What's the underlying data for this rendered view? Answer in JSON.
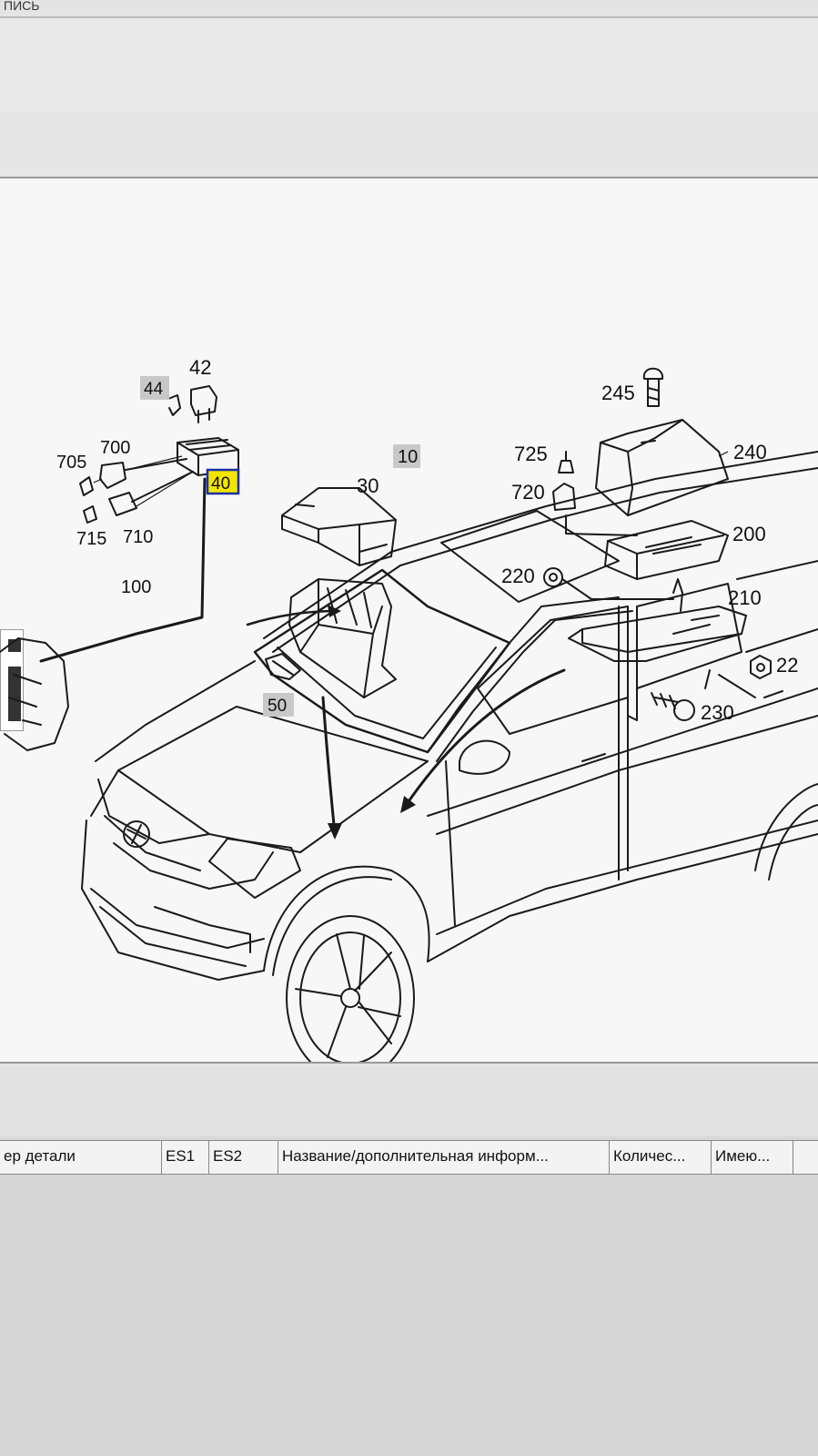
{
  "window": {
    "title_fragment": "ПИСЬ"
  },
  "diagram": {
    "callouts": [
      {
        "label": "245",
        "highlight": "none"
      },
      {
        "label": "725",
        "highlight": "none"
      },
      {
        "label": "240",
        "highlight": "none"
      },
      {
        "label": "720",
        "highlight": "none"
      },
      {
        "label": "200",
        "highlight": "none"
      },
      {
        "label": "30",
        "highlight": "none"
      },
      {
        "label": "220",
        "highlight": "none"
      },
      {
        "label": "210",
        "highlight": "none"
      },
      {
        "label": "42",
        "highlight": "none"
      },
      {
        "label": "44",
        "highlight": "gray"
      },
      {
        "label": "700",
        "highlight": "none"
      },
      {
        "label": "705",
        "highlight": "none"
      },
      {
        "label": "10",
        "highlight": "gray"
      },
      {
        "label": "40",
        "highlight": "yellow"
      },
      {
        "label": "22",
        "highlight": "none"
      },
      {
        "label": "715",
        "highlight": "none"
      },
      {
        "label": "710",
        "highlight": "none"
      },
      {
        "label": "50",
        "highlight": "gray"
      },
      {
        "label": "230",
        "highlight": "none"
      },
      {
        "label": "100",
        "highlight": "none"
      }
    ],
    "colors": {
      "yellow_highlight": "#f2e600",
      "selected_border": "#1a2fa8",
      "gray_highlight": "#c8c8c8",
      "line": "#1a1a1a"
    }
  },
  "parts_table": {
    "columns": [
      {
        "label": "ер детали"
      },
      {
        "label": "ES1"
      },
      {
        "label": "ES2"
      },
      {
        "label": "Название/дополнительная информ..."
      },
      {
        "label": "Количес..."
      },
      {
        "label": "Имею..."
      }
    ]
  }
}
